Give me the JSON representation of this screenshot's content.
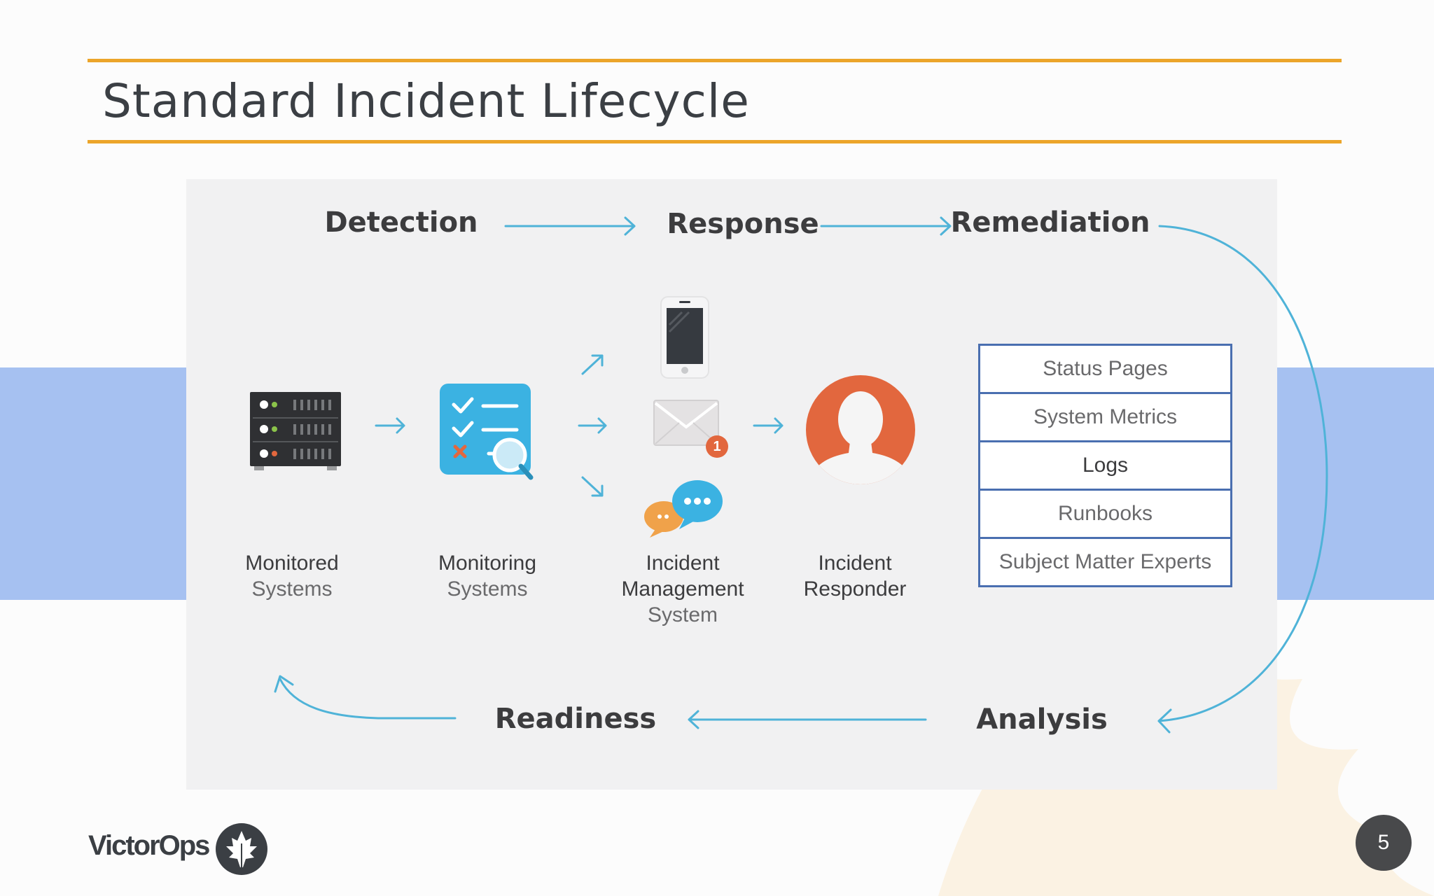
{
  "slide": {
    "title": "Standard Incident Lifecycle",
    "page_number": "5",
    "brand": "VictorOps"
  },
  "stages": {
    "detection": "Detection",
    "response": "Response",
    "remediation": "Remediation",
    "readiness": "Readiness",
    "analysis": "Analysis"
  },
  "components": {
    "monitored_systems": {
      "line1": "Monitored",
      "line2": "Systems",
      "icon": "server-rack-icon"
    },
    "monitoring_systems": {
      "line1": "Monitoring",
      "line2": "Systems",
      "icon": "checklist-magnifier-icon"
    },
    "incident_management_system": {
      "line1": "Incident",
      "line2": "Management",
      "line3": "System",
      "icons": [
        "phone-icon",
        "email-icon",
        "chat-bubbles-icon"
      ]
    },
    "incident_responder": {
      "line1": "Incident",
      "line2": "Responder",
      "icon": "person-avatar-icon"
    }
  },
  "notification_badge": "1",
  "remediation_items": [
    "Status Pages",
    "System Metrics",
    "Logs",
    "Runbooks",
    "Subject Matter Experts"
  ],
  "colors": {
    "accent_rule": "#eca52a",
    "band": "#a6c1f1",
    "arrow": "#4fb3d8",
    "list_border": "#4a6fb0",
    "responder": "#e2673e",
    "monitoring_tile": "#3bb2e2"
  }
}
